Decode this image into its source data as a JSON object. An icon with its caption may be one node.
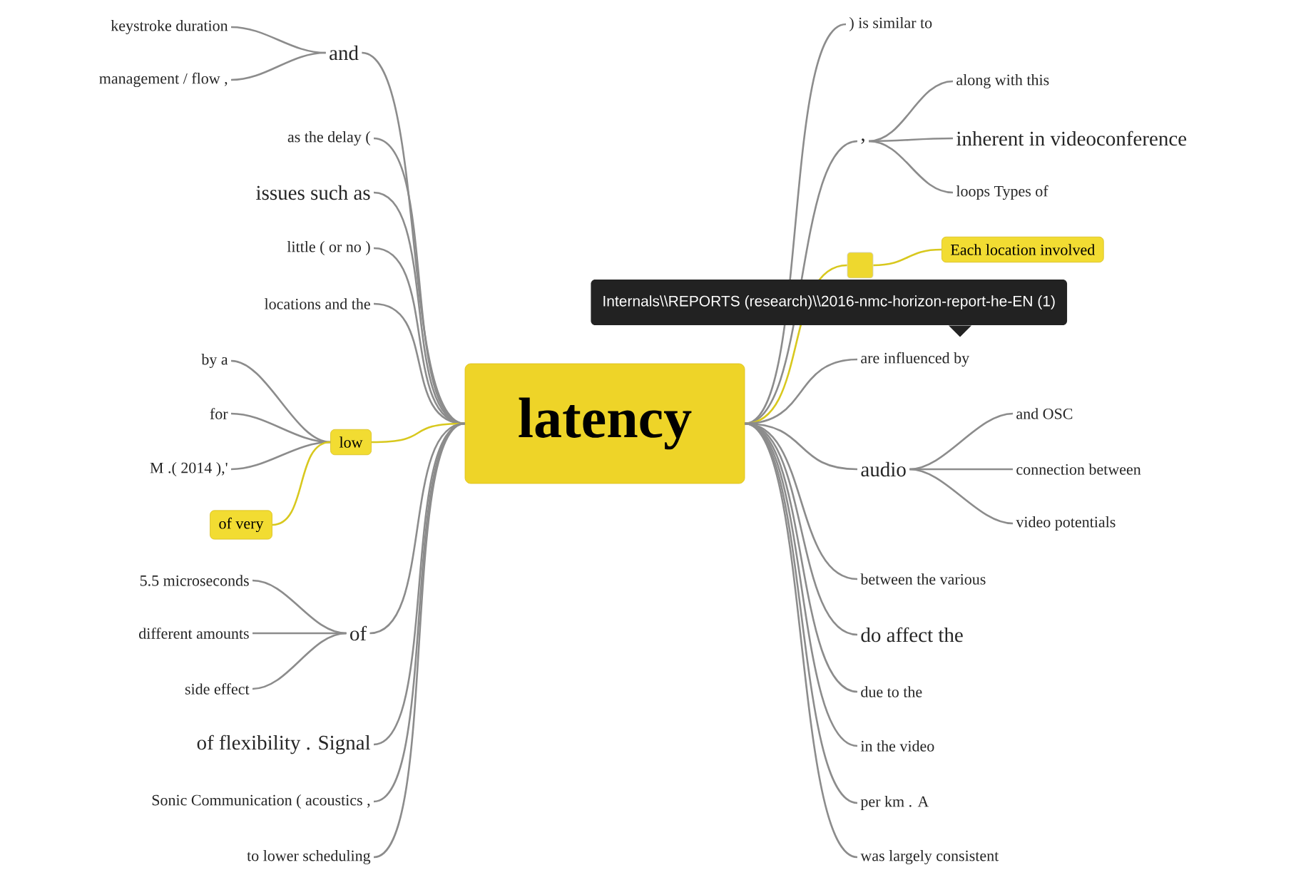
{
  "diagram": {
    "nodes": [
      {
        "text": [
          "latency"
        ]
      },
      {
        "text": [
          "and"
        ]
      },
      {
        "text": [
          "keystroke duration"
        ]
      },
      {
        "text": [
          "management / flow ,"
        ]
      },
      {
        "text": [
          "as the delay ("
        ]
      },
      {
        "text": [
          "issues such as"
        ]
      },
      {
        "text": [
          "little ( or no )"
        ]
      },
      {
        "text": [
          "locations and the"
        ]
      },
      {
        "text": [
          "low"
        ]
      },
      {
        "text": [
          "by a"
        ]
      },
      {
        "text": [
          "for"
        ]
      },
      {
        "text": [
          "M .( 2014 ),'"
        ]
      },
      {
        "text": [
          "of very"
        ]
      },
      {
        "text": [
          "of"
        ]
      },
      {
        "text": [
          "5.5 microseconds"
        ]
      },
      {
        "text": [
          "different amounts"
        ]
      },
      {
        "text": [
          "side effect"
        ]
      },
      {
        "text": [
          "of flexibility . Signal"
        ]
      },
      {
        "text": [
          "Sonic Communication ( acoustics ,"
        ]
      },
      {
        "text": [
          "to lower scheduling"
        ]
      },
      {
        "text": [
          ") is similar to"
        ]
      },
      {
        "text": [
          ","
        ]
      },
      {
        "text": [
          "along with this"
        ]
      },
      {
        "text": [
          "inherent in videoconference"
        ]
      },
      {
        "text": [
          "loops Types of"
        ]
      },
      {
        "text": [],
        "shape": "box"
      },
      {
        "text": [
          "Each location involved"
        ]
      },
      {
        "text": [
          "are influenced by"
        ]
      },
      {
        "text": [
          "audio"
        ]
      },
      {
        "text": [
          "and OSC"
        ]
      },
      {
        "text": [
          "connection between"
        ]
      },
      {
        "text": [
          "video potentials"
        ]
      },
      {
        "text": [
          "between the various"
        ]
      },
      {
        "text": [
          "do affect the"
        ]
      },
      {
        "text": [
          "due to the"
        ]
      },
      {
        "text": [
          "in the video"
        ]
      },
      {
        "text": [
          "per km . A"
        ]
      },
      {
        "text": [
          "was largely consistent"
        ]
      }
    ],
    "edges": [
      {
        "from": 0,
        "to": 1,
        "arrow": "none"
      },
      {
        "from": 1,
        "to": 2,
        "arrow": "none"
      },
      {
        "from": 1,
        "to": 3,
        "arrow": "none"
      },
      {
        "from": 0,
        "to": 4,
        "arrow": "none"
      },
      {
        "from": 0,
        "to": 5,
        "arrow": "none"
      },
      {
        "from": 0,
        "to": 6,
        "arrow": "none"
      },
      {
        "from": 0,
        "to": 7,
        "arrow": "none"
      },
      {
        "from": 0,
        "to": 8,
        "arrow": "none",
        "color": "#d8c81e"
      },
      {
        "from": 8,
        "to": 9,
        "arrow": "none"
      },
      {
        "from": 8,
        "to": 10,
        "arrow": "none"
      },
      {
        "from": 8,
        "to": 11,
        "arrow": "none"
      },
      {
        "from": 8,
        "to": 12,
        "arrow": "none",
        "color": "#d8c81e"
      },
      {
        "from": 0,
        "to": 13,
        "arrow": "none"
      },
      {
        "from": 13,
        "to": 14,
        "arrow": "none"
      },
      {
        "from": 13,
        "to": 15,
        "arrow": "none"
      },
      {
        "from": 13,
        "to": 16,
        "arrow": "none"
      },
      {
        "from": 0,
        "to": 17,
        "arrow": "none"
      },
      {
        "from": 0,
        "to": 18,
        "arrow": "none"
      },
      {
        "from": 0,
        "to": 19,
        "arrow": "none"
      },
      {
        "from": 0,
        "to": 20,
        "arrow": "none"
      },
      {
        "from": 0,
        "to": 21,
        "arrow": "none"
      },
      {
        "from": 21,
        "to": 22,
        "arrow": "none"
      },
      {
        "from": 21,
        "to": 23,
        "arrow": "none"
      },
      {
        "from": 21,
        "to": 24,
        "arrow": "none"
      },
      {
        "from": 0,
        "to": 25,
        "arrow": "none",
        "color": "#d8c81e"
      },
      {
        "from": 25,
        "to": 26,
        "arrow": "none",
        "color": "#d8c81e"
      },
      {
        "from": 0,
        "to": 27,
        "arrow": "none"
      },
      {
        "from": 0,
        "to": 28,
        "arrow": "none"
      },
      {
        "from": 28,
        "to": 29,
        "arrow": "none"
      },
      {
        "from": 28,
        "to": 30,
        "arrow": "none"
      },
      {
        "from": 28,
        "to": 31,
        "arrow": "none"
      },
      {
        "from": 0,
        "to": 32,
        "arrow": "none"
      },
      {
        "from": 0,
        "to": 33,
        "arrow": "none"
      },
      {
        "from": 0,
        "to": 34,
        "arrow": "none"
      },
      {
        "from": 0,
        "to": 35,
        "arrow": "none"
      },
      {
        "from": 0,
        "to": 36,
        "arrow": "none"
      },
      {
        "from": 0,
        "to": 37,
        "arrow": "none"
      }
    ],
    "labels": [
      "Internals\\\\REPORTS (research)\\\\2016-nmc-horizon-report-he-EN (1)"
    ]
  }
}
